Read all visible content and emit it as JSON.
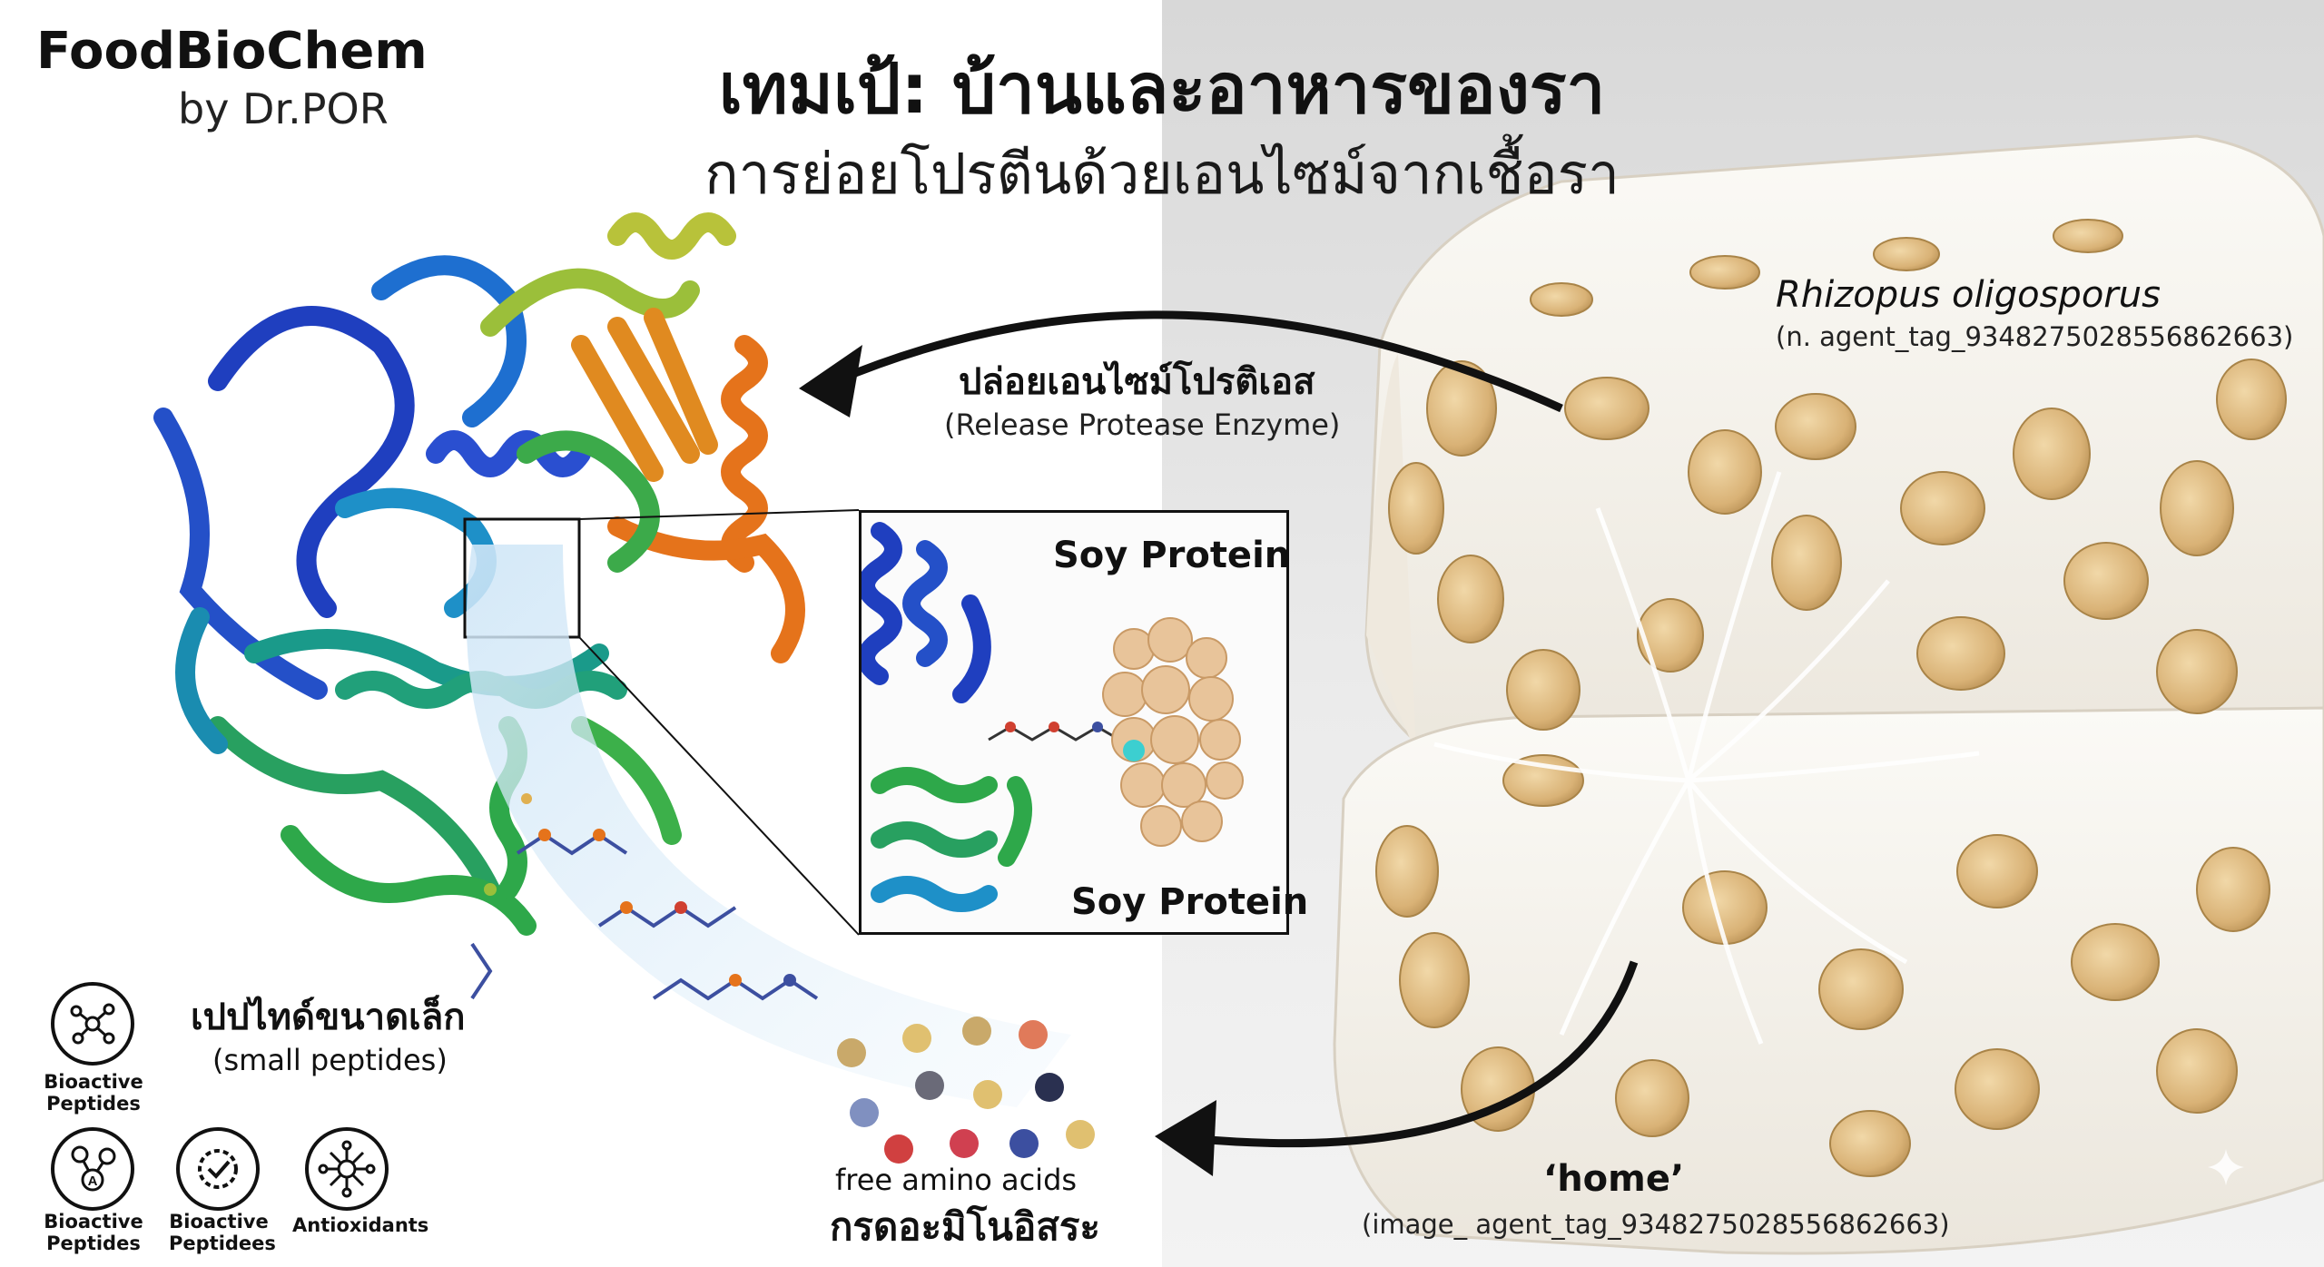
{
  "brand": {
    "name": "FoodBioChem",
    "by": "by Dr.POR"
  },
  "title": "เทมเป้: บ้านและอาหารของรา",
  "subtitle": "การย่อยโปรตีนด้วยเอนไซม์จากเชื้อรา",
  "organism": {
    "name": "Rhizopus oligosporus",
    "tag": "(n. agent_tag_9348275028556862663)"
  },
  "release": {
    "label_th": "ปล่อยเอนไซม์โปรติเอส",
    "label_en": "(Release Protease Enzyme)"
  },
  "zoom": {
    "top_label": "Soy Protein",
    "bottom_label": "Soy Protein"
  },
  "peptides": {
    "label_th": "เปปไทด์ขนาดเล็ก",
    "label_en": "(small peptides)"
  },
  "amino": {
    "label_en": "free amino acids",
    "label_th": "กรดอะมิโนอิสระ"
  },
  "home": {
    "label": "‘home’",
    "tag": "(image_ agent_tag_9348275028556862663)"
  },
  "icons": [
    {
      "icon": "molecule-network-icon",
      "label_line1": "Bioactive",
      "label_line2": "Peptides"
    },
    {
      "icon": "atom-a-icon",
      "label_line1": "Bioactive",
      "label_line2": "Peptides"
    },
    {
      "icon": "gear-check-icon",
      "label_line1": "Bioactive",
      "label_line2": "Peptidees"
    },
    {
      "icon": "antioxidant-network-icon",
      "label_line1": "Antioxidants",
      "label_line2": ""
    }
  ],
  "colors": {
    "protein_blue": "#1f3fbf",
    "protein_cyan": "#1e90c8",
    "protein_green": "#2ea84a",
    "protein_orange": "#e5731b",
    "protein_yellow": "#b8c23a",
    "soy_protein": "#e8c49a",
    "tempeh_bean": "#d9b276",
    "mycelium": "#f7f5f0"
  }
}
